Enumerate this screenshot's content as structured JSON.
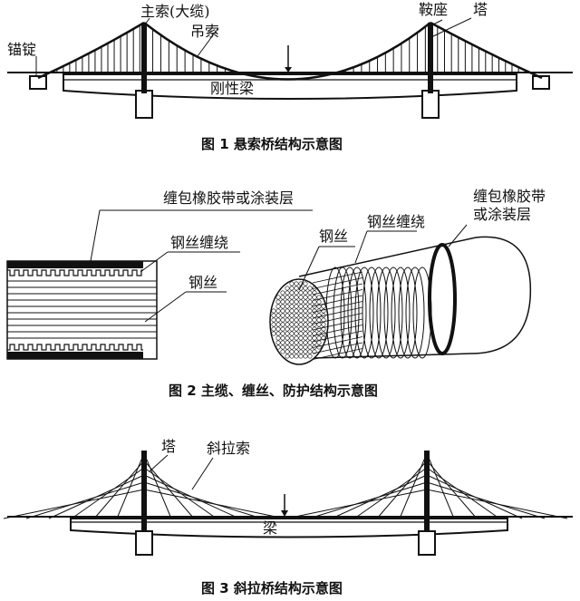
{
  "figure1": {
    "caption": "图 1  悬索桥结构示意图",
    "labels": {
      "main_cable": "主索(大缆)",
      "saddle": "鞍座",
      "tower": "塔",
      "hanger": "吊索",
      "anchor": "锚锭",
      "stiff_girder": "刚性梁"
    }
  },
  "figure2": {
    "caption": "图 2  主缆、缠丝、防护结构示意图",
    "labels": {
      "wrap_left": "缠包橡胶带或涂装层",
      "wire_wrap_left": "钢丝缠绕",
      "wire_left": "钢丝",
      "wire_right": "钢丝",
      "wire_wrap_right": "钢丝缠绕",
      "wrap_right_line1": "缠包橡胶带",
      "wrap_right_line2": "或涂装层"
    }
  },
  "figure3": {
    "caption": "图 3  斜拉桥结构示意图",
    "labels": {
      "tower": "塔",
      "stay_cable": "斜拉索",
      "girder": "梁"
    }
  }
}
